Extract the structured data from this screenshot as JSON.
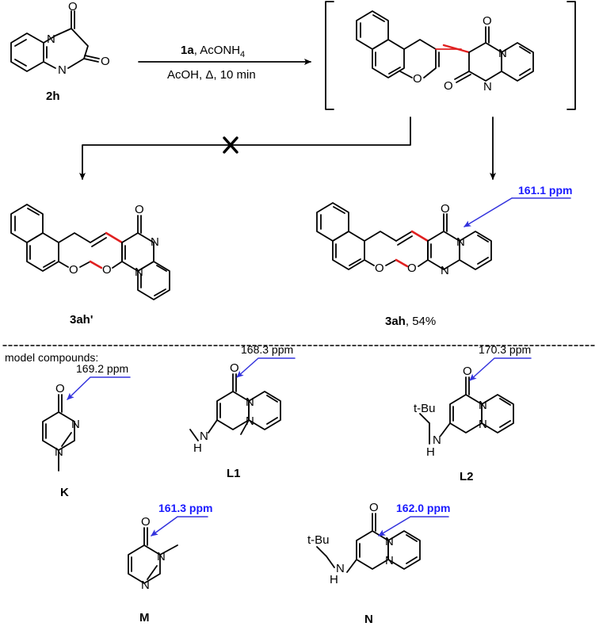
{
  "reaction": {
    "reagent_bold": "1a",
    "reagent_rest": ", AcONH",
    "reagent_sub": "4",
    "conditions": "AcOH, Δ, 10 min"
  },
  "compounds": {
    "start": "2h",
    "product_alt": "3ah'",
    "product_main_bold": "3ah",
    "product_main_yield": ", 54%"
  },
  "shifts": {
    "product": "161.1 ppm",
    "K": "169.2 ppm",
    "L1": "168.3 ppm",
    "L2": "170.3 ppm",
    "M": "161.3 ppm",
    "N": "162.0 ppm"
  },
  "section_label": "model compounds:",
  "model_labels": {
    "K": "K",
    "L1": "L1",
    "L2": "L2",
    "M": "M",
    "N": "N"
  },
  "atoms": {
    "O": "O",
    "N": "N",
    "H": "H",
    "tBu": "t-Bu"
  },
  "colors": {
    "highlight_bond": "#e02020",
    "shift_arrow": "#3333dd",
    "shift_label_bold": "#1a1aff"
  }
}
